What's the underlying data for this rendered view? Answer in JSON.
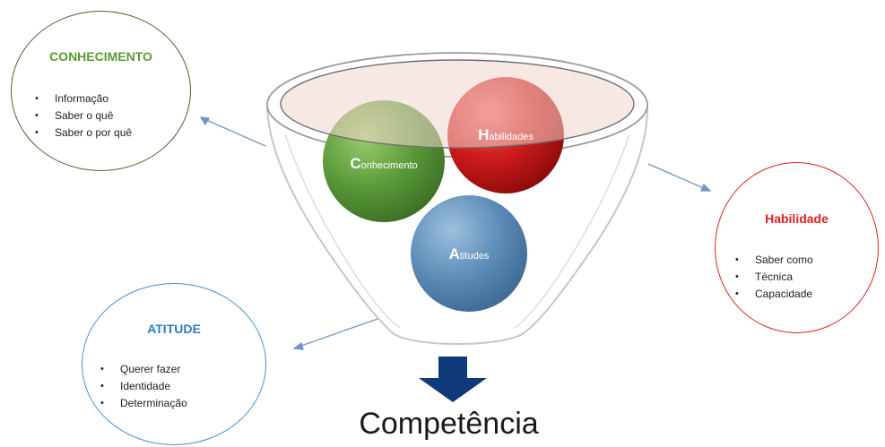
{
  "funnel": {
    "colors": {
      "rim_fill": "#f2d6cc",
      "rim_stroke": "#9a9aa2",
      "body_stroke": "#c6c6cc"
    },
    "spheres": [
      {
        "initial": "C",
        "rest": "onhecimento",
        "color": "#5a9a3a"
      },
      {
        "initial": "H",
        "rest": "abilidades",
        "color": "#cc1a1a"
      },
      {
        "initial": "A",
        "rest": "titudes",
        "color": "#5d8db8"
      }
    ],
    "result_arrow_color": "#0f3a7a",
    "connector_color": "#6f96c4"
  },
  "cards": {
    "conhecimento": {
      "title": "CONHECIMENTO",
      "items": [
        "Informação",
        "Saber o quê",
        "Saber o por quê"
      ],
      "color": "#5b9a33"
    },
    "habilidade": {
      "title": "Habilidade",
      "items": [
        "Saber como",
        "Técnica",
        "Capacidade"
      ],
      "color": "#e02020"
    },
    "atitude": {
      "title": "ATITUDE",
      "items": [
        "Querer fazer",
        "Identidade",
        "Determinação"
      ],
      "color": "#2f7cc2"
    }
  },
  "result": {
    "label": "Competência"
  }
}
